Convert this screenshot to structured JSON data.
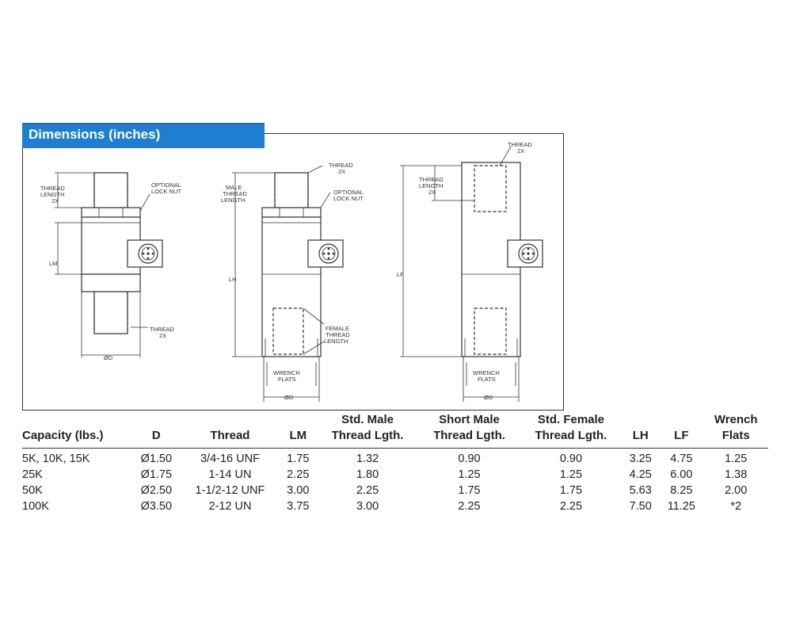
{
  "section": {
    "title": "Dimensions (inches)"
  },
  "drawing": {
    "left": {
      "thread_length": [
        "THREAD",
        "LENGTH",
        "2X"
      ],
      "optional_lock_nut": [
        "OPTIONAL",
        "LOCK NUT"
      ],
      "lm": "LM",
      "thread": [
        "THREAD",
        "2X"
      ],
      "diameter": "ØD"
    },
    "middle": {
      "thread": [
        "THREAD",
        "2X"
      ],
      "male_thread_length": [
        "MALE",
        "THREAD",
        "LENGTH"
      ],
      "optional_lock_nut": [
        "OPTIONAL",
        "LOCK NUT"
      ],
      "lh": "LH",
      "female_thread_length": [
        "FEMALE",
        "THREAD",
        "LENGTH"
      ],
      "wrench_flats": [
        "WRENCH",
        "FLATS"
      ],
      "diameter": "ØD"
    },
    "right": {
      "thread": [
        "THREAD",
        "2X"
      ],
      "thread_length": [
        "THREAD",
        "LENGTH",
        "2X"
      ],
      "lf": "LF",
      "wrench_flats": [
        "WRENCH",
        "FLATS"
      ],
      "diameter": "ØD"
    }
  },
  "table": {
    "columns": [
      [
        "",
        "Capacity (lbs.)"
      ],
      [
        "",
        "D"
      ],
      [
        "",
        "Thread"
      ],
      [
        "",
        "LM"
      ],
      [
        "Std. Male",
        "Thread Lgth."
      ],
      [
        "Short Male",
        "Thread Lgth."
      ],
      [
        "Std. Female",
        "Thread Lgth."
      ],
      [
        "",
        "LH"
      ],
      [
        "",
        "LF"
      ],
      [
        "Wrench",
        "Flats"
      ]
    ],
    "rows": [
      [
        "5K, 10K, 15K",
        "Ø1.50",
        "3/4-16 UNF",
        "1.75",
        "1.32",
        "0.90",
        "0.90",
        "3.25",
        "4.75",
        "1.25"
      ],
      [
        "25K",
        "Ø1.75",
        "1-14 UN",
        "2.25",
        "1.80",
        "1.25",
        "1.25",
        "4.25",
        "6.00",
        "1.38"
      ],
      [
        "50K",
        "Ø2.50",
        "1-1/2-12 UNF",
        "3.00",
        "2.25",
        "1.75",
        "1.75",
        "5.63",
        "8.25",
        "2.00"
      ],
      [
        "100K",
        "Ø3.50",
        "2-12 UN",
        "3.75",
        "3.00",
        "2.25",
        "2.25",
        "7.50",
        "11.25",
        "*2"
      ]
    ]
  }
}
